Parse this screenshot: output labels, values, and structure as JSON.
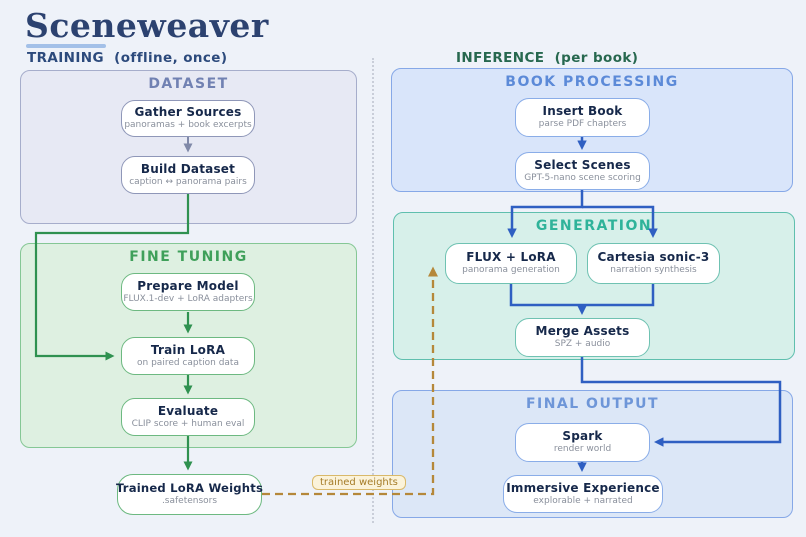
{
  "title": "Sceneweaver",
  "columns": {
    "training": {
      "label": "TRAINING  (offline, once)"
    },
    "inference": {
      "label": "INFERENCE  (per book)"
    }
  },
  "sections": {
    "dataset": {
      "label": "DATASET"
    },
    "fine_tuning": {
      "label": "FINE TUNING"
    },
    "book_processing": {
      "label": "BOOK PROCESSING"
    },
    "generation": {
      "label": "GENERATION"
    },
    "final_output": {
      "label": "FINAL OUTPUT"
    }
  },
  "nodes": {
    "gather_sources": {
      "title": "Gather Sources",
      "subtitle": "panoramas + book excerpts"
    },
    "build_dataset": {
      "title": "Build Dataset",
      "subtitle": "caption ↔ panorama pairs"
    },
    "prepare_model": {
      "title": "Prepare Model",
      "subtitle": "FLUX.1-dev + LoRA adapters"
    },
    "train_lora": {
      "title": "Train LoRA",
      "subtitle": "on paired caption data"
    },
    "evaluate": {
      "title": "Evaluate",
      "subtitle": "CLIP score + human eval"
    },
    "trained_weights": {
      "title": "Trained LoRA Weights",
      "subtitle": ".safetensors"
    },
    "insert_book": {
      "title": "Insert Book",
      "subtitle": "parse PDF chapters"
    },
    "select_scenes": {
      "title": "Select Scenes",
      "subtitle": "GPT-5-nano scene scoring"
    },
    "flux_lora": {
      "title": "FLUX + LoRA",
      "subtitle": "panorama generation"
    },
    "cartesia": {
      "title": "Cartesia sonic-3",
      "subtitle": "narration synthesis"
    },
    "merge_assets": {
      "title": "Merge Assets",
      "subtitle": "SPZ + audio"
    },
    "spark": {
      "title": "Spark",
      "subtitle": "render world"
    },
    "immersive": {
      "title": "Immersive Experience",
      "subtitle": "explorable + narrated"
    }
  },
  "edges": {
    "trained_weights_label": "trained weights"
  },
  "colors": {
    "background": "#eef2f9",
    "title_navy": "#2c4270",
    "title_underline": "#a3c0e8",
    "training_label": "#2c4a7c",
    "inference_label": "#27684f",
    "dataset_fill": "#e7e9f4",
    "dataset_border": "#a6adcb",
    "dataset_header": "#7181b2",
    "dataset_node_border": "#8f97b8",
    "green_fill": "#def0e1",
    "green_border": "#85c795",
    "green_header": "#3fa05a",
    "green_arrow": "#2f9150",
    "blue_fill": "#d9e5fa",
    "blue_border": "#86a8e7",
    "blue_header": "#5c8ad8",
    "blue_arrow": "#2f5fc2",
    "teal_fill": "#d7f0ea",
    "teal_border": "#5fbfae",
    "teal_header": "#2fb39a",
    "final_fill": "#dce7f7",
    "final_header": "#6e96d8",
    "node_title": "#16284a",
    "node_subtitle": "#8a909c",
    "slate_arrow": "#8089a8",
    "gold": "#b5883a",
    "gold_label_bg": "#fbf3da",
    "gold_label_border": "#d9b96a",
    "gold_label_text": "#a57c28",
    "separator": "#c9ced9"
  }
}
